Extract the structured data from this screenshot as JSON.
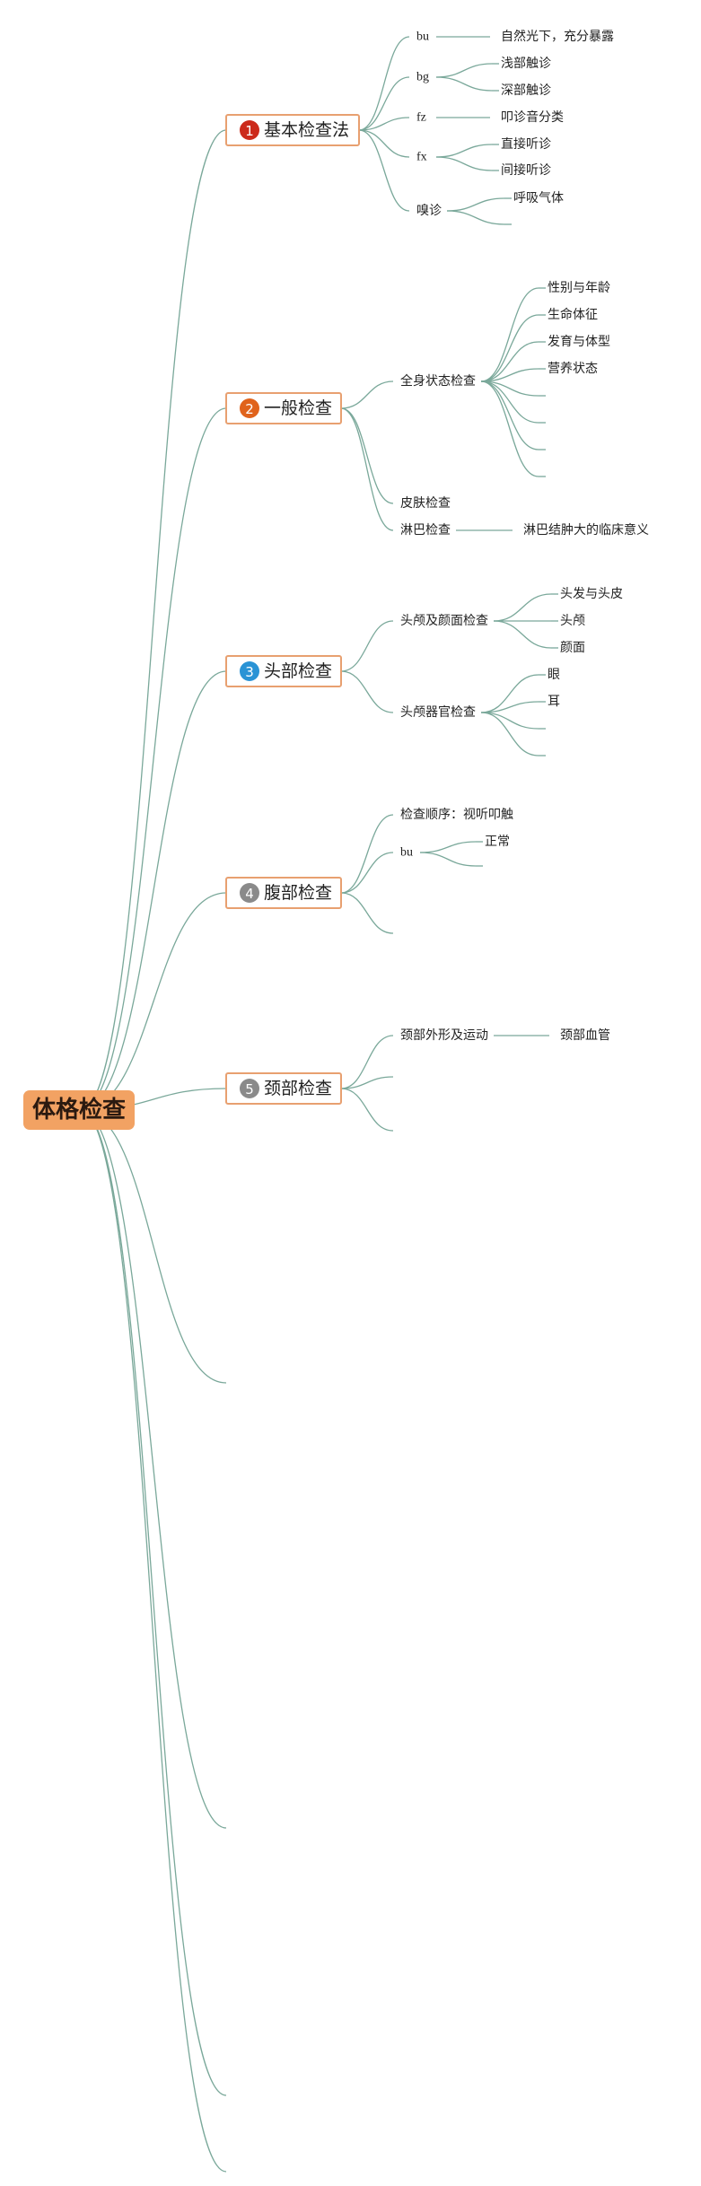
{
  "root": {
    "label": "体格检查",
    "color": "#f2a263"
  },
  "colors": {
    "edge": "#7aa89a",
    "topic_border": "#e8a070"
  },
  "topics": [
    {
      "id": "t1",
      "badge": "1",
      "badge_color": "#cc2a1b",
      "label": "基本检查法",
      "children": [
        {
          "label": "bu",
          "children": [
            {
              "label": "自然光下，充分暴露"
            }
          ]
        },
        {
          "label": "bg",
          "children": [
            {
              "label": "浅部触诊"
            },
            {
              "label": "深部触诊"
            }
          ]
        },
        {
          "label": "fz",
          "children": [
            {
              "label": "叩诊音分类"
            }
          ]
        },
        {
          "label": "fx",
          "children": [
            {
              "label": "直接听诊"
            },
            {
              "label": "间接听诊"
            }
          ]
        },
        {
          "label": "嗅诊",
          "children": [
            {
              "label": "呼吸气体"
            },
            {
              "label": ""
            }
          ]
        }
      ]
    },
    {
      "id": "t2",
      "badge": "2",
      "badge_color": "#e0631c",
      "label": "一般检查",
      "children": [
        {
          "label": "全身状态检查",
          "children": [
            {
              "label": "性别与年龄"
            },
            {
              "label": "生命体征"
            },
            {
              "label": "发育与体型"
            },
            {
              "label": "营养状态"
            },
            {
              "label": ""
            },
            {
              "label": ""
            },
            {
              "label": ""
            },
            {
              "label": ""
            }
          ]
        },
        {
          "label": "皮肤检查",
          "children": []
        },
        {
          "label": "淋巴检查",
          "children": [
            {
              "label": "淋巴结肿大的临床意义"
            }
          ]
        }
      ]
    },
    {
      "id": "t3",
      "badge": "3",
      "badge_color": "#2a93d5",
      "label": "头部检查",
      "children": [
        {
          "label": "头颅及颜面检查",
          "children": [
            {
              "label": "头发与头皮"
            },
            {
              "label": "头颅"
            },
            {
              "label": "颜面"
            }
          ]
        },
        {
          "label": "头颅器官检查",
          "children": [
            {
              "label": "眼"
            },
            {
              "label": "耳"
            },
            {
              "label": ""
            },
            {
              "label": ""
            }
          ]
        }
      ]
    },
    {
      "id": "t4",
      "badge": "4",
      "badge_color": "#8a8a8a",
      "label": "腹部检查",
      "children": [
        {
          "label": "检查顺序：视听叩触",
          "children": []
        },
        {
          "label": "bu",
          "children": [
            {
              "label": "正常"
            },
            {
              "label": ""
            }
          ]
        },
        {
          "label": "",
          "children": []
        }
      ]
    },
    {
      "id": "t5",
      "badge": "5",
      "badge_color": "#8a8a8a",
      "label": "颈部检查",
      "children": [
        {
          "label": "颈部外形及运动",
          "children": [
            {
              "label": "颈部血管"
            }
          ]
        },
        {
          "label": "",
          "children": []
        },
        {
          "label": "",
          "children": []
        }
      ]
    }
  ]
}
